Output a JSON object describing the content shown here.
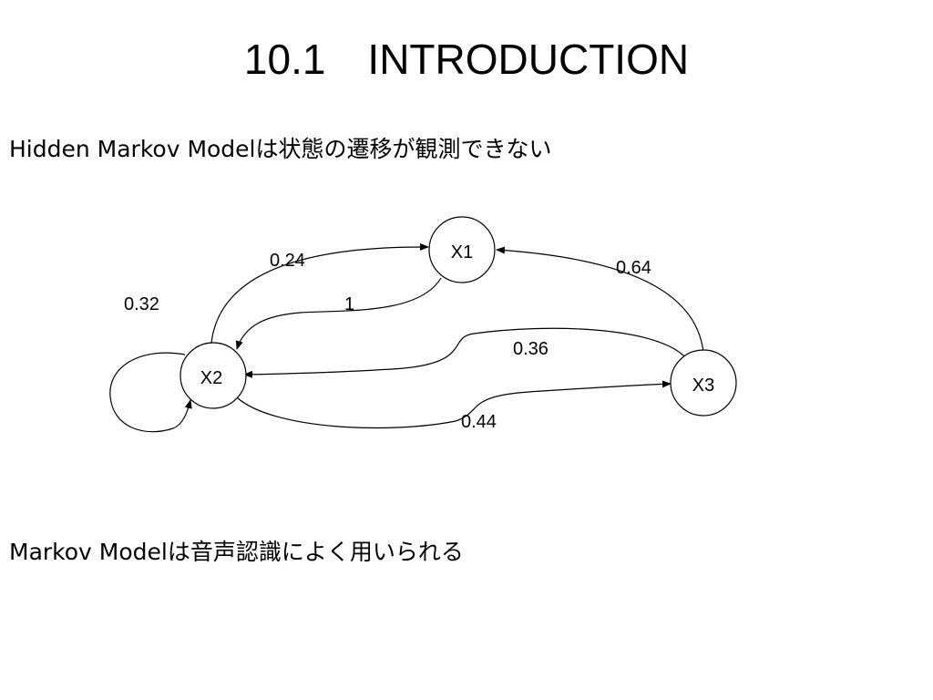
{
  "slide": {
    "title": "10.1　INTRODUCTION",
    "bullets": [
      "Hidden Markov Modelは状態の遷移が観測できない",
      "Markov Modelは音声認識によく用いられる"
    ]
  },
  "diagram": {
    "states": [
      "X1",
      "X2",
      "X3"
    ],
    "transitions": [
      {
        "from": "X2",
        "to": "X1",
        "probability": "0.24"
      },
      {
        "from": "X1",
        "to": "X2",
        "probability": "1"
      },
      {
        "from": "X3",
        "to": "X1",
        "probability": "0.64"
      },
      {
        "from": "X2",
        "to": "X2",
        "probability": "0.32"
      },
      {
        "from": "X3",
        "to": "X2",
        "probability": "0.36"
      },
      {
        "from": "X2",
        "to": "X3",
        "probability": "0.44"
      }
    ]
  }
}
